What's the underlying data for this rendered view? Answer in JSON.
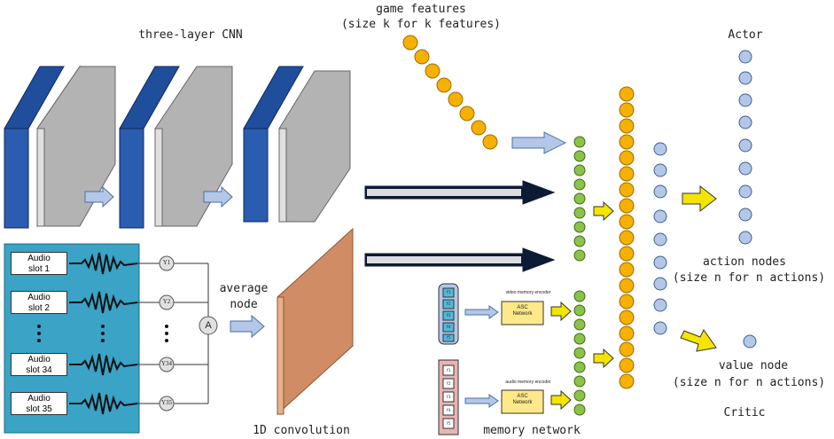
{
  "labels": {
    "cnn_title": "three-layer CNN",
    "game_features_line1": "game features",
    "game_features_line2": "(size k for k features)",
    "actor": "Actor",
    "action_nodes_line1": "action nodes",
    "action_nodes_line2": "(size n for n actions)",
    "value_node_line1": "value node",
    "value_node_line2": "(size n for n actions)",
    "critic": "Critic",
    "average_node_line1": "average",
    "average_node_line2": "node",
    "conv1d": "1D convolution",
    "memory_network": "memory network",
    "video_encoder": "video memory encoder",
    "audio_encoder": "audio memory encoder",
    "asc_network_line1": "ASC",
    "asc_network_line2": "Network",
    "avg_symbol": "A"
  },
  "audio_slots": [
    {
      "line1": "Audio",
      "line2": "slot 1",
      "y_label": "Y1"
    },
    {
      "line1": "Audio",
      "line2": "slot 2",
      "y_label": "Y2"
    },
    {
      "line1": "Audio",
      "line2": "slot 34",
      "y_label": "Y34"
    },
    {
      "line1": "Audio",
      "line2": "slot 35",
      "y_label": "Y35"
    }
  ],
  "video_mem_cells": [
    "Y1",
    "Y2",
    "Y3",
    "Y4",
    "Y5"
  ],
  "audio_mem_cells": [
    "Y1",
    "Y2",
    "Y3",
    "Y4",
    "Y5"
  ],
  "colors": {
    "cnn_blue": "#1f4e9c",
    "cnn_gray": "#b3b3b3",
    "audio_panel": "#3aa3c6",
    "conv_brown": "#d08c64",
    "orange_node": "#f5b000",
    "green_node": "#8bc34a",
    "blue_node": "#b4c7e7",
    "dark_navy": "#0d1a33",
    "yellow_arrow": "#f4e500"
  }
}
